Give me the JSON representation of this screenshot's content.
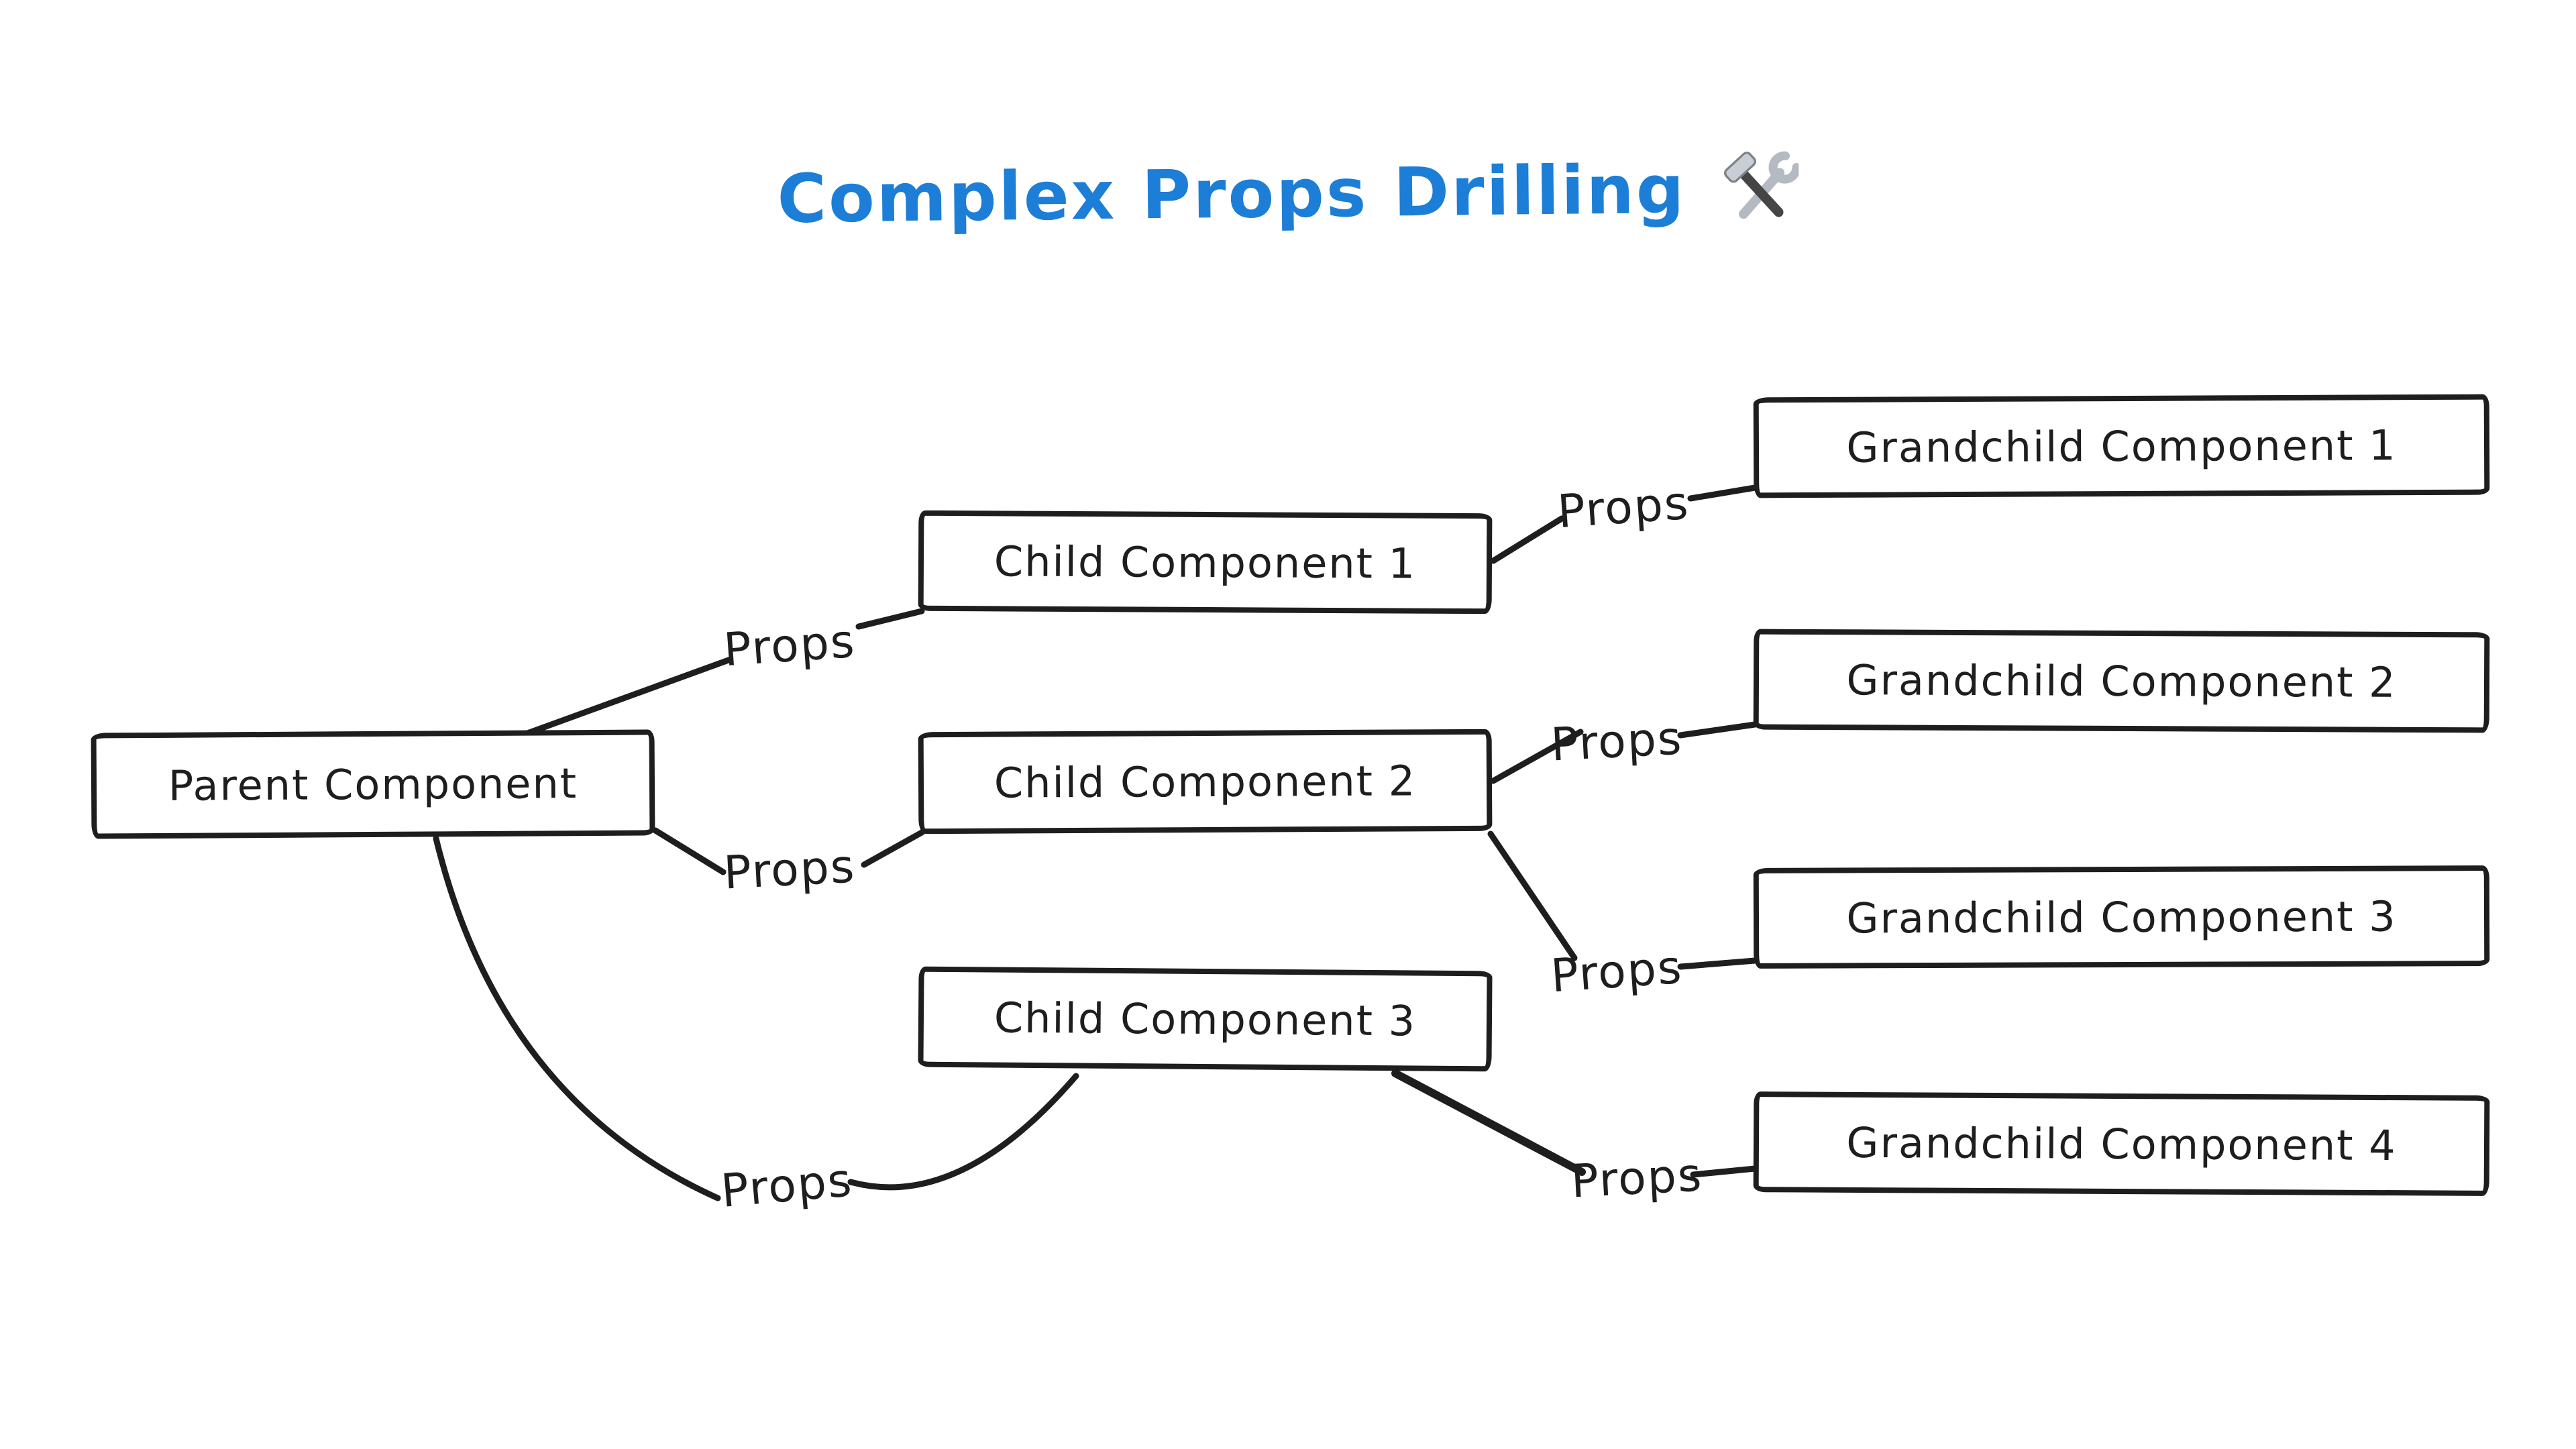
{
  "colors": {
    "background": "#ffffff",
    "title_text": "#1c7ed6",
    "diagram_stroke": "#1e1e1e",
    "node_fill": "#ffffff"
  },
  "title": {
    "text": "Complex Props Drilling",
    "icon": "hammer-and-wrench"
  },
  "nodes": [
    {
      "id": "parent-component",
      "label": "Parent Component"
    },
    {
      "id": "child-component-1",
      "label": "Child Component 1"
    },
    {
      "id": "child-component-2",
      "label": "Child Component 2"
    },
    {
      "id": "child-component-3",
      "label": "Child Component 3"
    },
    {
      "id": "grandchild-component-1",
      "label": "Grandchild Component 1"
    },
    {
      "id": "grandchild-component-2",
      "label": "Grandchild Component 2"
    },
    {
      "id": "grandchild-component-3",
      "label": "Grandchild Component 3"
    },
    {
      "id": "grandchild-component-4",
      "label": "Grandchild Component 4"
    }
  ],
  "edges": [
    {
      "from": "Parent Component",
      "to": "Child Component 1",
      "label": "Props"
    },
    {
      "from": "Parent Component",
      "to": "Child Component 2",
      "label": "Props"
    },
    {
      "from": "Parent Component",
      "to": "Child Component 3",
      "label": "Props"
    },
    {
      "from": "Child Component 1",
      "to": "Grandchild Component 1",
      "label": "Props"
    },
    {
      "from": "Child Component 2",
      "to": "Grandchild Component 2",
      "label": "Props"
    },
    {
      "from": "Child Component 2",
      "to": "Grandchild Component 3",
      "label": "Props"
    },
    {
      "from": "Child Component 3",
      "to": "Grandchild Component 4",
      "label": "Props"
    }
  ]
}
